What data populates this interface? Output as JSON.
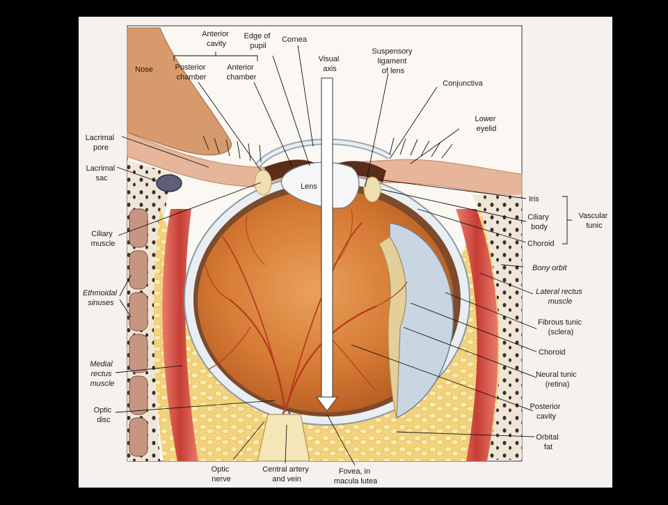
{
  "labels": {
    "anterior_cavity": [
      "Anterior",
      "cavity"
    ],
    "edge_of_pupil": [
      "Edge of",
      "pupil"
    ],
    "cornea": "Cornea",
    "visual_axis": [
      "Visual",
      "axis"
    ],
    "suspensory_ligament": [
      "Suspensory",
      "ligament",
      "of lens"
    ],
    "nose": "Nose",
    "posterior_chamber": [
      "Posterior",
      "chamber"
    ],
    "anterior_chamber": [
      "Anterior",
      "chamber"
    ],
    "conjunctiva": "Conjunctiva",
    "lower_eyelid": [
      "Lower",
      "eyelid"
    ],
    "lacrimal_pore": [
      "Lacrimal",
      "pore"
    ],
    "lacrimal_sac": [
      "Lacrimal",
      "sac"
    ],
    "lens": "Lens",
    "iris": "Iris",
    "ciliary_body": [
      "Ciliary",
      "body"
    ],
    "vascular_tunic": [
      "Vascular",
      "tunic"
    ],
    "choroid_upper": "Choroid",
    "ciliary_muscle": [
      "Ciliary",
      "muscle"
    ],
    "bony_orbit": "Bony orbit",
    "ethmoidal_sinuses": [
      "Ethmoidal",
      "sinuses"
    ],
    "lateral_rectus": [
      "Lateral rectus",
      "muscle"
    ],
    "fibrous_tunic": [
      "Fibrous tunic",
      "(sclera)"
    ],
    "choroid_lower": "Choroid",
    "medial_rectus": [
      "Medial",
      "rectus",
      "muscle"
    ],
    "neural_tunic": [
      "Neural tunic",
      "(retina)"
    ],
    "posterior_cavity": [
      "Posterior",
      "cavity"
    ],
    "optic_disc": [
      "Optic",
      "disc"
    ],
    "orbital_fat": [
      "Orbital",
      "fat"
    ],
    "optic_nerve": [
      "Optic",
      "nerve"
    ],
    "central_artery": [
      "Central artery",
      "and vein"
    ],
    "fovea": [
      "Fovea, in",
      "macula lutea"
    ]
  },
  "colors": {
    "background": "#000000",
    "paper": "#f4f1ee",
    "retina": "#c8662a",
    "sclera": "#e9eef3",
    "fat": "#f3d98a",
    "muscle": "#d9534a",
    "skin": "#e7b59a",
    "vessel": "#b83a1f",
    "visual_axis_arrow": "#ffffff"
  }
}
